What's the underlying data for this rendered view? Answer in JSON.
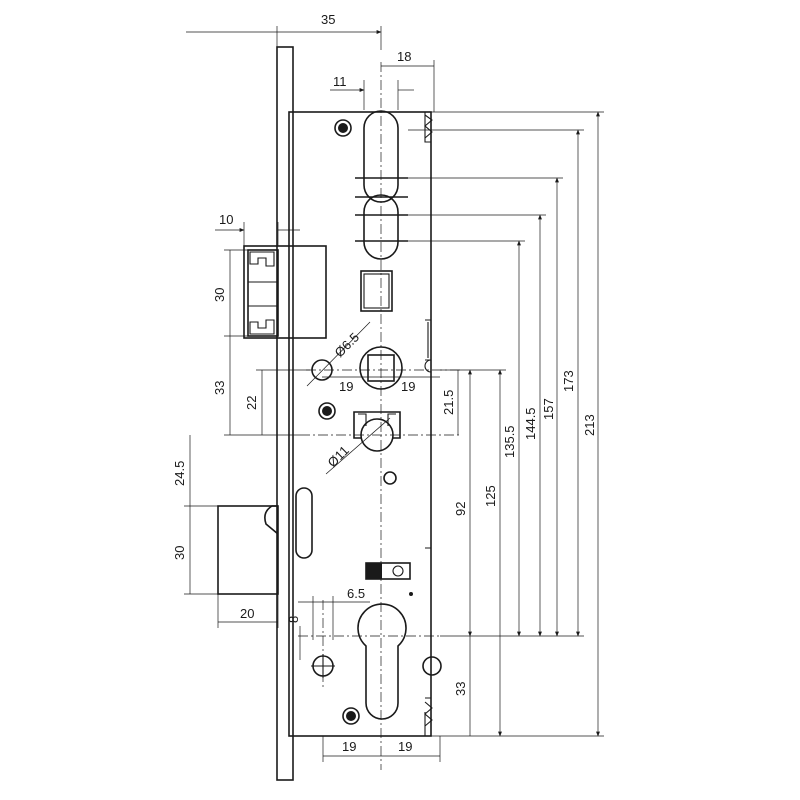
{
  "dimensions": {
    "d35": "35",
    "d18": "18",
    "d11": "11",
    "d10": "10",
    "d30_latch": "30",
    "d33_upper": "33",
    "d22": "22",
    "d24_5": "24.5",
    "d30_bolt": "30",
    "d20": "20",
    "d6_5_dia": "Ø6.5",
    "d19_left": "19",
    "d19_right": "19",
    "d21_5": "21.5",
    "d11_dia": "Ø11",
    "d135_5": "135.5",
    "d144_5": "144.5",
    "d157": "157",
    "d173": "173",
    "d213": "213",
    "d92": "92",
    "d125": "125",
    "d6_5": "6.5",
    "d8": "8",
    "d33_lower": "33",
    "d19_bottom_left": "19",
    "d19_bottom_right": "19"
  }
}
